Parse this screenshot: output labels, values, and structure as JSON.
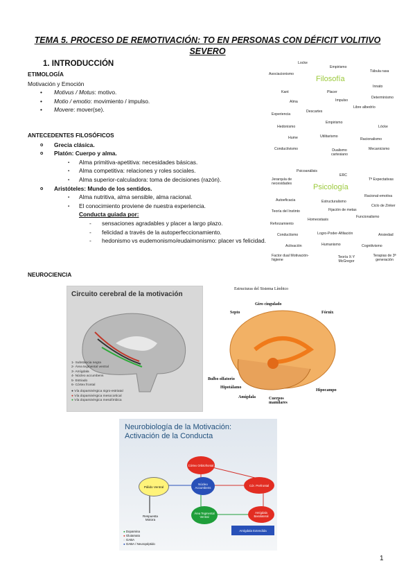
{
  "title": "TEMA 5. PROCESO DE REMOTIVACIÓN: TO EN PERSONAS CON DÉFICIT VOLITIVO SEVERO",
  "section1": "1.   INTRODUCCIÓN",
  "etimologia": {
    "heading": "ETIMOLOGÍA",
    "sub": "Motivación y Emoción",
    "items": [
      {
        "term": "Motivus / Motus",
        "def": ": motivo."
      },
      {
        "term": "Motio / emotio",
        "def": ": movimiento / impulso."
      },
      {
        "term": "Movere",
        "def": ": mover(se)."
      }
    ]
  },
  "antecedentes": {
    "heading": "ANTECEDENTES FILOSÓFICOS",
    "grecia": "Grecia clásica.",
    "platon": "Platón: Cuerpo y alma.",
    "platon_items": [
      "Alma primitiva-apetitiva: necesidades básicas.",
      "Alma competitiva: relaciones y roles sociales.",
      "Alma superior-calculadora: toma de decisiones (razón)."
    ],
    "aristoteles": "Aristóteles: Mundo de los sentidos.",
    "arist_items": [
      "Alma nutritiva, alma sensible, alma racional.",
      "El conocimiento proviene de nuestra experiencia."
    ],
    "conducta": "Conducta guiada por:",
    "conducta_items": [
      "sensaciones agradables y placer a largo plazo.",
      "felicidad a través de la autoperfeccionamiento.",
      "hedonismo vs eudemonismo/eudaimonismo: placer vs felicidad."
    ]
  },
  "cloud": {
    "filosofia": "Filosofía",
    "psicologia": "Psicología",
    "words": [
      "Locke",
      "Empirismo",
      "Tábula rasa",
      "Asociacionismo",
      "Kant",
      "Placer",
      "Innato",
      "Alma",
      "Impulso",
      "Determinismo",
      "Descartes",
      "Libre albedrío",
      "Experiencia",
      "Hedonismo",
      "Empirismo",
      "Lócke",
      "Hume",
      "Utilitarismo",
      "Racionalismo",
      "Conductivismo",
      "Dualismo cartesiano",
      "Mecanicismo",
      "Psicoanálisis",
      "ERC",
      "Jerarquía de necesidades",
      "Tª Expectativas",
      "Racional-emotiva",
      "Autoeficacia",
      "Estructuralismo",
      "Ciclo de Zinker",
      "Teoría del Instinto",
      "Fijación de metas",
      "Funcionalismo",
      "Homeostasis",
      "Reforzamiento",
      "Logro-Poder-Afiliación",
      "Conductismo",
      "Ansiedad",
      "Activación",
      "Humanismo",
      "Cognitivismo",
      "Factor dual Motivación-higiene",
      "Teoría X-Y McGregor",
      "Terapias de 3ª generación"
    ]
  },
  "neurociencia": "NEUROCIENCIA",
  "fig1": {
    "title": "Circuito cerebral de la motivación",
    "legend": [
      "1- Substancia negra",
      "2- Área tegmental ventral",
      "3- Amígdala",
      "4- Núcleo accumbens",
      "5- Estriado",
      "6- Córtex frontal"
    ],
    "paths": [
      "Vía dopaminérgica nigro-estriatal",
      "Vía dopaminérgica mesocortical",
      "Vía dopaminérgica mesolímbica"
    ],
    "colors": [
      "#333333",
      "#c0392b",
      "#2eaa3a"
    ]
  },
  "fig2": {
    "title": "Estructuras del Sistema Límbico",
    "labels": [
      "Giro cingulado",
      "Septo",
      "Fórnix",
      "Bulbo olfatorio",
      "Hipotálamo",
      "Amígdala",
      "Cuerpos mamilares",
      "Hipocampo"
    ]
  },
  "fig3": {
    "title1": "Neurobiología de la Motivación:",
    "title2": "Activación de la Conducta",
    "nodes": [
      "Córtex Orbitofrontal",
      "Pálido Ventral",
      "Núcleo Accumbens",
      "Cór. Prefrontal",
      "Área Tegmental Ventral",
      "Amígdala Basolateral",
      "Amígdala Extendida"
    ],
    "respuesta": "Respuesta Motora",
    "legend": [
      "Dopamina",
      "Glutamato",
      "GABA",
      "GABA / Neuropéptido"
    ],
    "legend_colors": [
      "#1f9e3a",
      "#d3312b",
      "#ffffff",
      "#2850b8"
    ]
  },
  "page_number": "1"
}
